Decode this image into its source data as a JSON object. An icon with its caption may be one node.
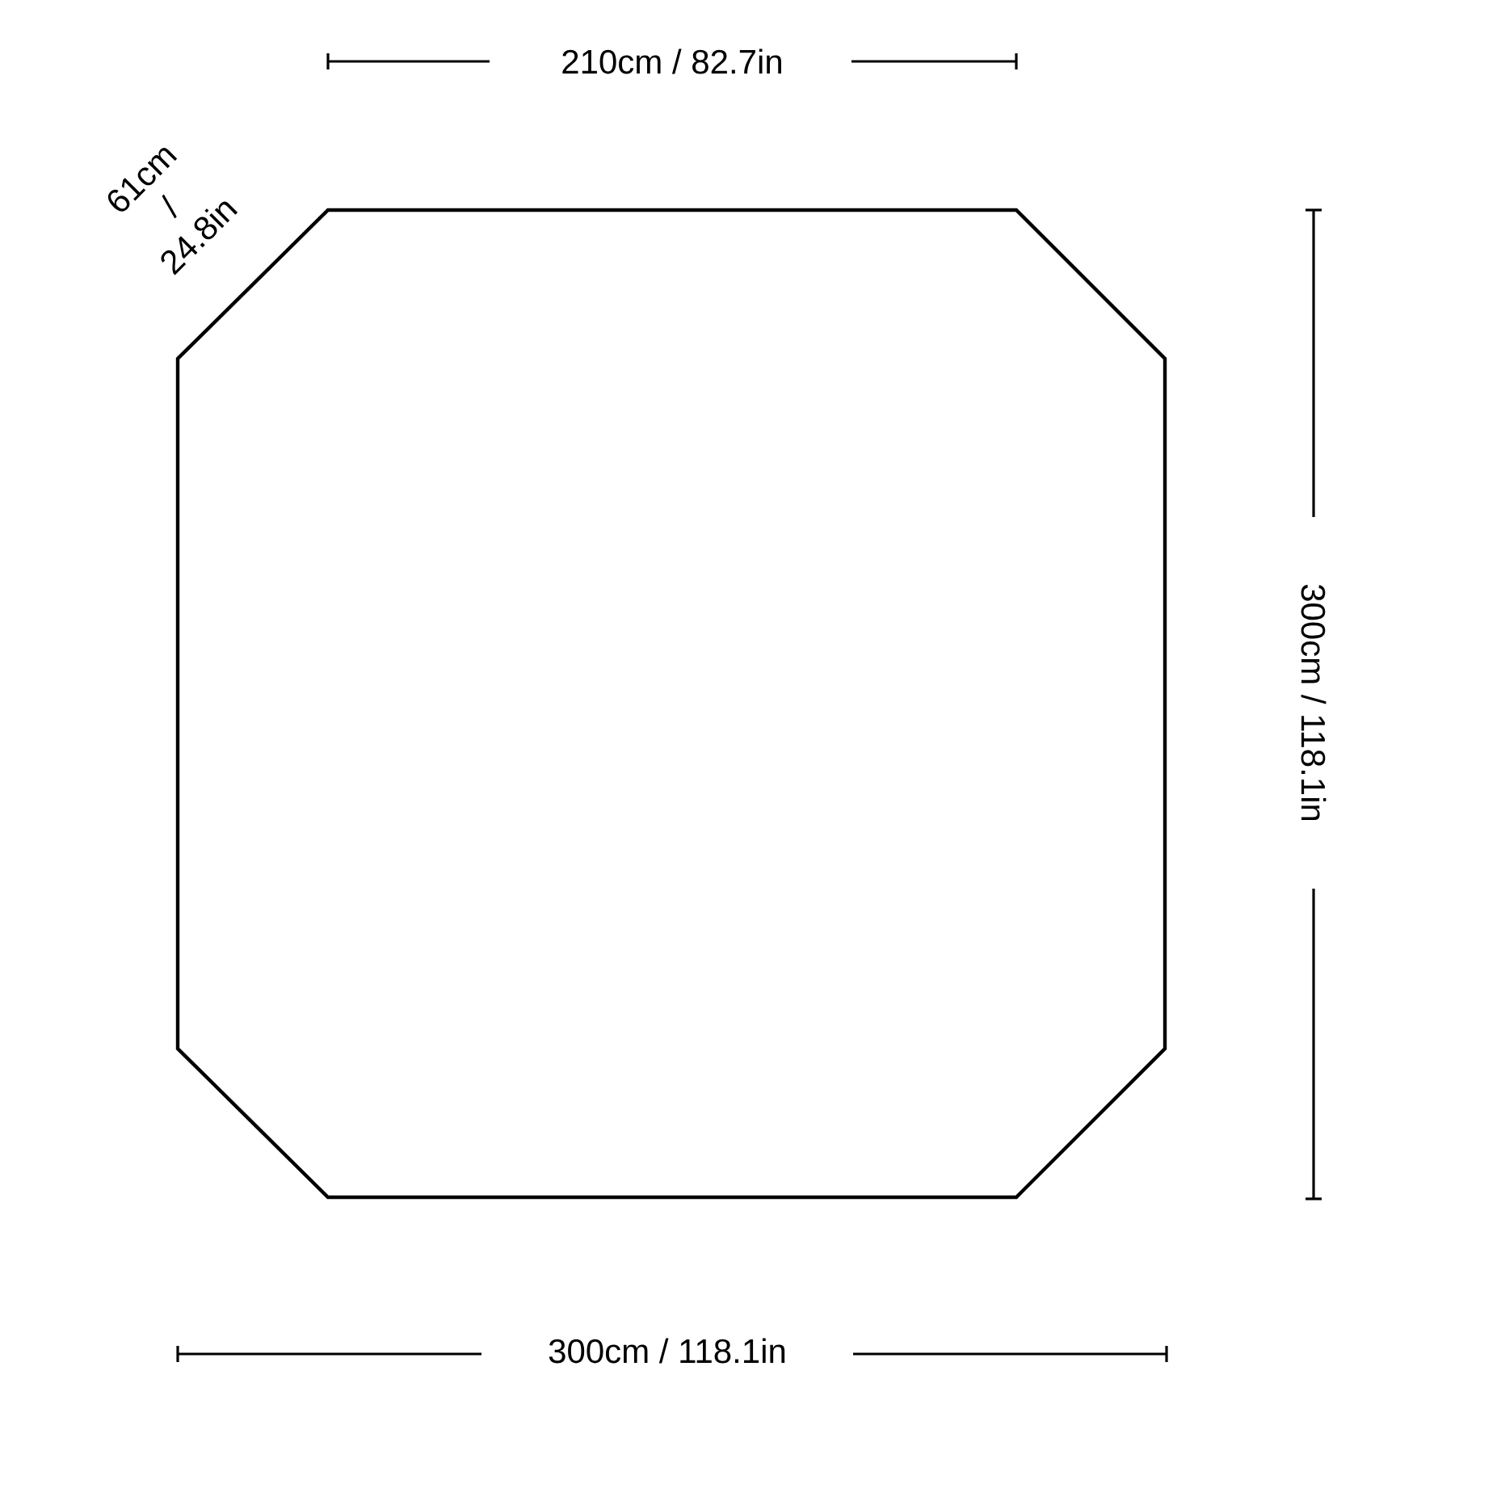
{
  "diagram": {
    "labels": [
      "210cm / 82.7in",
      "61cm / 24.8in",
      "300cm / 118.1in",
      "300cm / 118.1in"
    ]
  }
}
